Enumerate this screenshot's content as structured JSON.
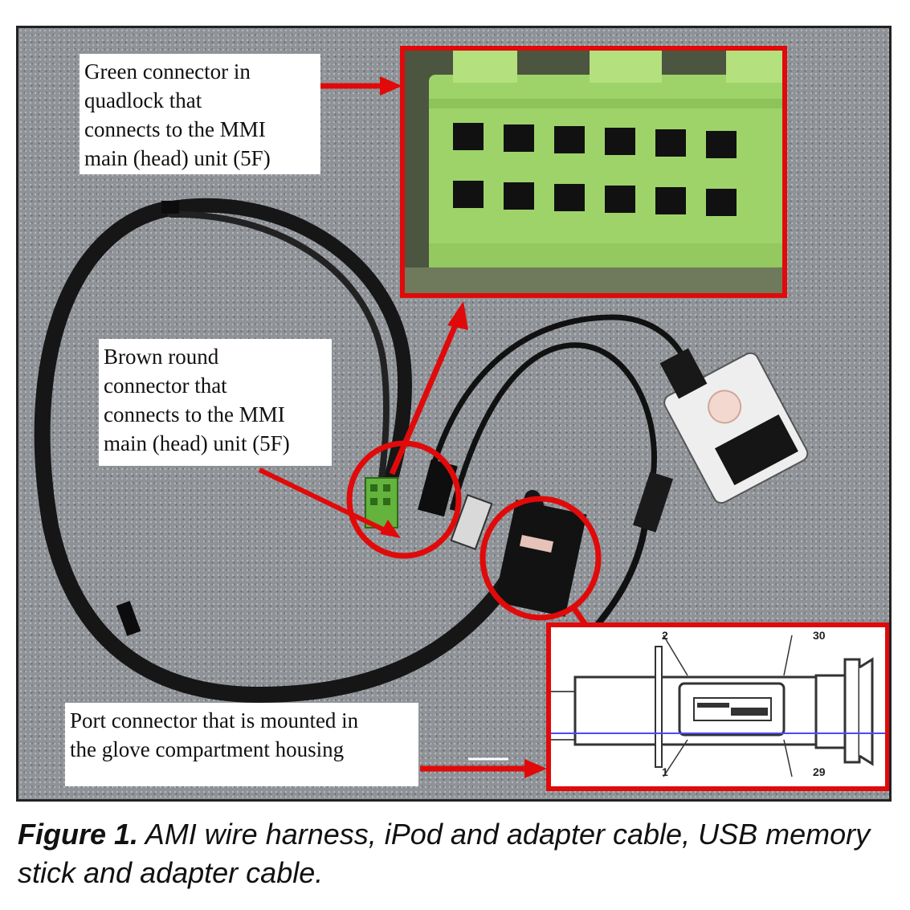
{
  "callouts": {
    "green_connector": "Green connector in\nquadlock that\nconnects to the MMI\nmain (head) unit (5F)",
    "brown_connector": "Brown round\nconnector that\nconnects to the MMI\nmain (head) unit (5F)",
    "port_connector": "Port connector that is mounted in\nthe glove compartment housing"
  },
  "diagram_labels": {
    "top_left": "2",
    "top_right": "30",
    "bottom_left": "1",
    "bottom_right": "29"
  },
  "caption": {
    "label": "Figure 1.",
    "text": " AMI wire harness, iPod and adapter cable, USB memory stick and adapter cable."
  },
  "colors": {
    "highlight_red": "#e00a0a",
    "connector_green": "#9ed36a",
    "background_gray": "#8f9398"
  }
}
